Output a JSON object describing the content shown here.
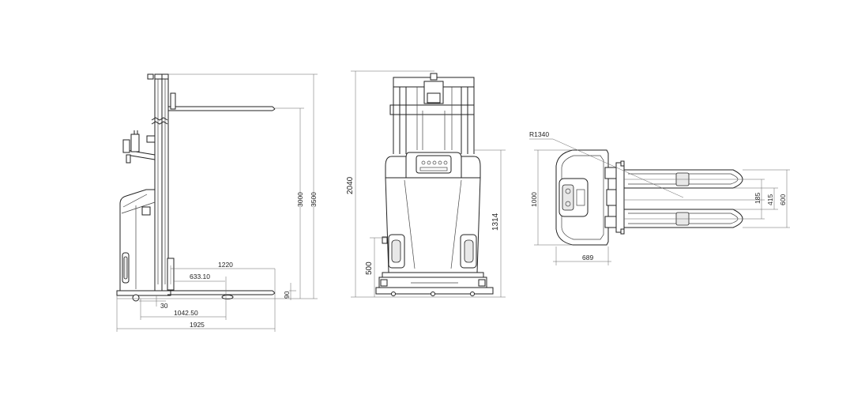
{
  "side_view": {
    "dim_3500": "3500",
    "dim_3000": "3000",
    "dim_1220": "1220",
    "dim_633": "633.10",
    "dim_90": "90",
    "dim_30": "30",
    "dim_1042": "1042.50",
    "dim_1925": "1925"
  },
  "front_view": {
    "dim_2040": "2040",
    "dim_1314": "1314",
    "dim_500": "500"
  },
  "top_view": {
    "dim_r1340": "R1340",
    "dim_1000": "1000",
    "dim_185": "185",
    "dim_415": "415",
    "dim_600": "600",
    "dim_689": "689"
  }
}
